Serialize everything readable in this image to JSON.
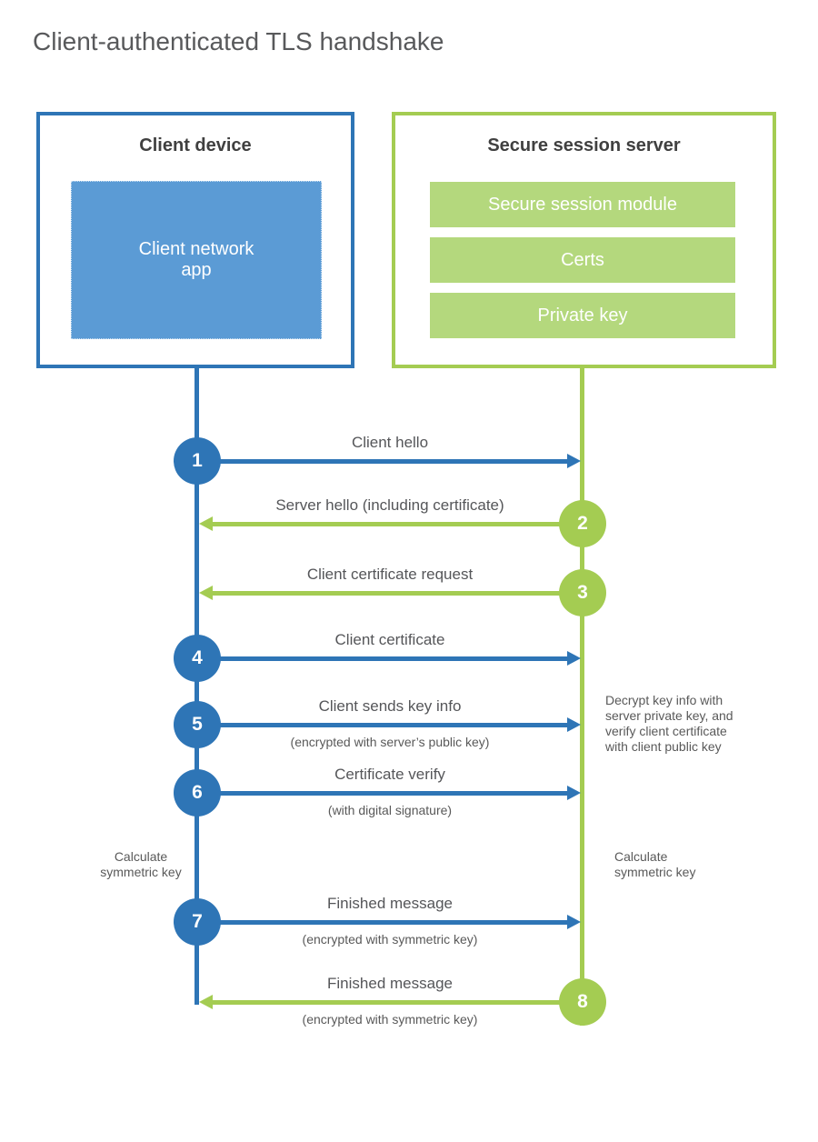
{
  "title": "Client-authenticated TLS handshake",
  "colors": {
    "blue": "#2e75b6",
    "blue_fill": "#5b9bd5",
    "green": "#a4cc52",
    "green_fill": "#b4d87d"
  },
  "client": {
    "header": "Client device",
    "app_label": "Client network\napp"
  },
  "server": {
    "header": "Secure session server",
    "bars": [
      {
        "label": "Secure session module"
      },
      {
        "label": "Certs"
      },
      {
        "label": "Private key"
      }
    ]
  },
  "messages": [
    {
      "number": "1",
      "label": "Client hello",
      "sub": "",
      "direction": "right",
      "color": "blue"
    },
    {
      "number": "2",
      "label": "Server hello (including certificate)",
      "sub": "",
      "direction": "left",
      "color": "green"
    },
    {
      "number": "3",
      "label": "Client certificate request",
      "sub": "",
      "direction": "left",
      "color": "green"
    },
    {
      "number": "4",
      "label": "Client certificate",
      "sub": "",
      "direction": "right",
      "color": "blue"
    },
    {
      "number": "5",
      "label": "Client sends key info",
      "sub": "(encrypted with server’s public key)",
      "direction": "right",
      "color": "blue"
    },
    {
      "number": "6",
      "label": "Certificate verify",
      "sub": "(with digital signature)",
      "direction": "right",
      "color": "blue"
    },
    {
      "number": "7",
      "label": "Finished message",
      "sub": "(encrypted with symmetric key)",
      "direction": "right",
      "color": "blue"
    },
    {
      "number": "8",
      "label": "Finished message",
      "sub": "(encrypted with symmetric key)",
      "direction": "left",
      "color": "green"
    }
  ],
  "notes": {
    "decrypt": "Decrypt key info with\nserver private key, and\nverify client certificate\nwith client public key",
    "calc_left": "Calculate\nsymmetric key",
    "calc_right": "Calculate\nsymmetric key"
  }
}
